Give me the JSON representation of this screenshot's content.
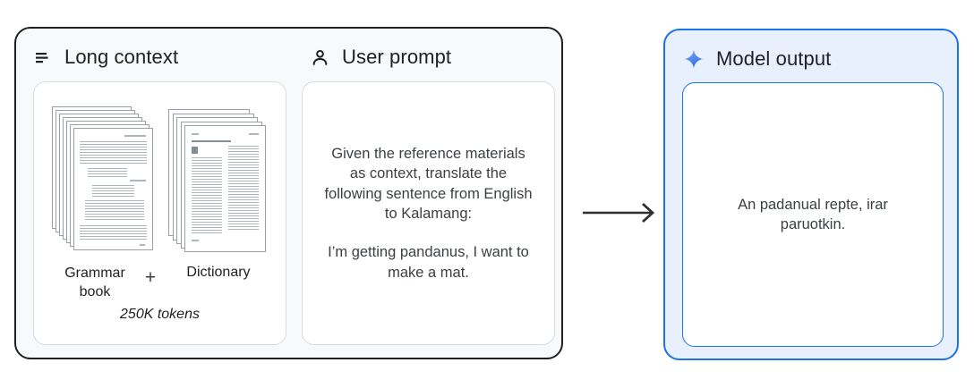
{
  "panels": {
    "input": {
      "long_context": {
        "title": "Long context",
        "grammar_label": "Grammar book",
        "plus": "+",
        "dictionary_label": "Dictionary",
        "tokens_note": "250K tokens"
      },
      "user_prompt": {
        "title": "User prompt",
        "paragraph1": "Given the reference materials as context, translate the following sentence from English to Kalamang:",
        "paragraph2": "I’m getting pandanus, I want to make a mat."
      }
    },
    "output": {
      "title": "Model output",
      "text": "An padanual repte, irar paruotkin."
    }
  },
  "icons": {
    "long_context": "notes-icon",
    "user_prompt": "person-icon",
    "model_output": "gemini-spark-icon",
    "flow": "right-arrow-icon"
  },
  "colors": {
    "accent_blue": "#1a73e8",
    "spark_blue": "#4285f4",
    "output_panel_bg": "#e8f0fe",
    "input_panel_bg": "#f8f9fa",
    "ink": "#202124",
    "body_text": "#3c4043"
  }
}
